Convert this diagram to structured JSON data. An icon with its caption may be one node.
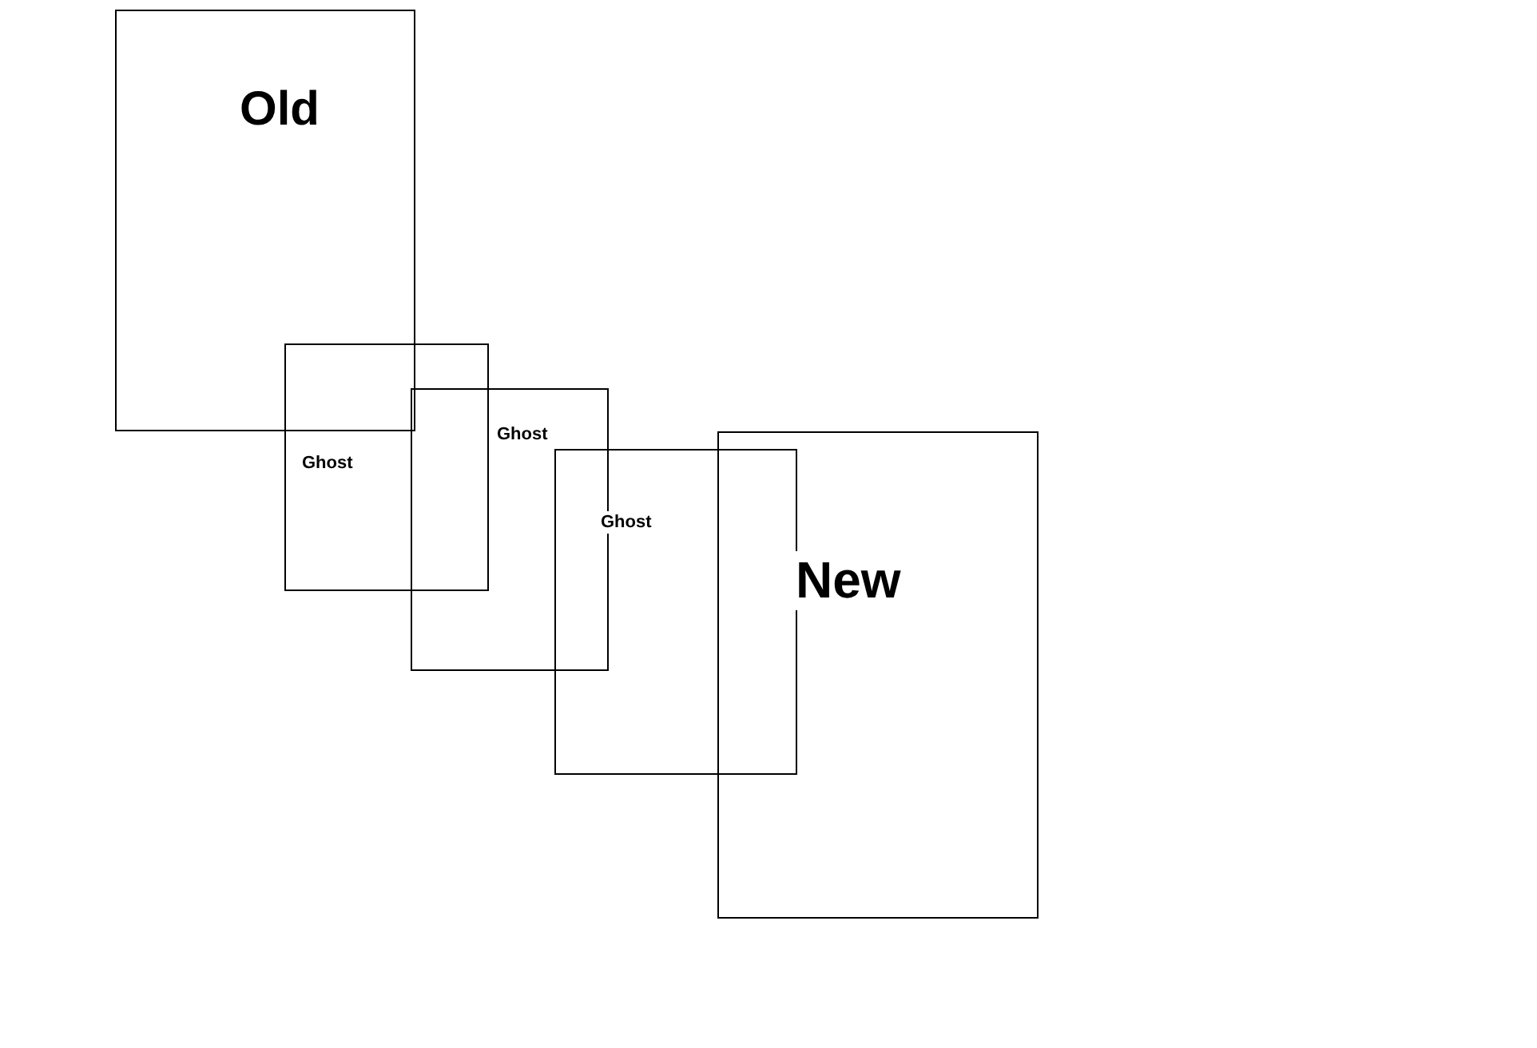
{
  "diagram": {
    "nodes": [
      {
        "text": [
          "Old"
        ]
      },
      {
        "text": [
          "Ghost"
        ]
      },
      {
        "text": [
          "Ghost"
        ]
      },
      {
        "text": [
          "Ghost"
        ]
      },
      {
        "text": [
          "New"
        ]
      }
    ]
  }
}
